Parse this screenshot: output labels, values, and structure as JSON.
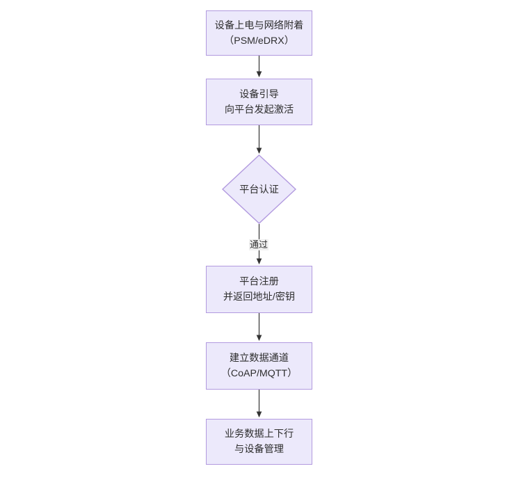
{
  "diagram": {
    "type": "flowchart",
    "orientation": "top-to-bottom",
    "background_color": "#ffffff",
    "node_fill_color": "#ece9fb",
    "node_border_color": "#b29adf",
    "text_color": "#2e2e2e",
    "edge_color": "#333333",
    "nodes": [
      {
        "id": "n1",
        "shape": "rectangle",
        "lines": [
          "设备上电与网络附着",
          "（PSM/eDRX）"
        ]
      },
      {
        "id": "n2",
        "shape": "rectangle",
        "lines": [
          "设备引导",
          "向平台发起激活"
        ]
      },
      {
        "id": "n3",
        "shape": "diamond",
        "lines": [
          "平台认证"
        ]
      },
      {
        "id": "n4",
        "shape": "rectangle",
        "lines": [
          "平台注册",
          "并返回地址/密钥"
        ]
      },
      {
        "id": "n5",
        "shape": "rectangle",
        "lines": [
          "建立数据通道",
          "（CoAP/MQTT）"
        ]
      },
      {
        "id": "n6",
        "shape": "rectangle",
        "lines": [
          "业务数据上下行",
          "与设备管理"
        ]
      }
    ],
    "edges": [
      {
        "from": "n1",
        "to": "n2",
        "label": ""
      },
      {
        "from": "n2",
        "to": "n3",
        "label": ""
      },
      {
        "from": "n3",
        "to": "n4",
        "label": "通过"
      },
      {
        "from": "n4",
        "to": "n5",
        "label": ""
      },
      {
        "from": "n5",
        "to": "n6",
        "label": ""
      }
    ]
  }
}
